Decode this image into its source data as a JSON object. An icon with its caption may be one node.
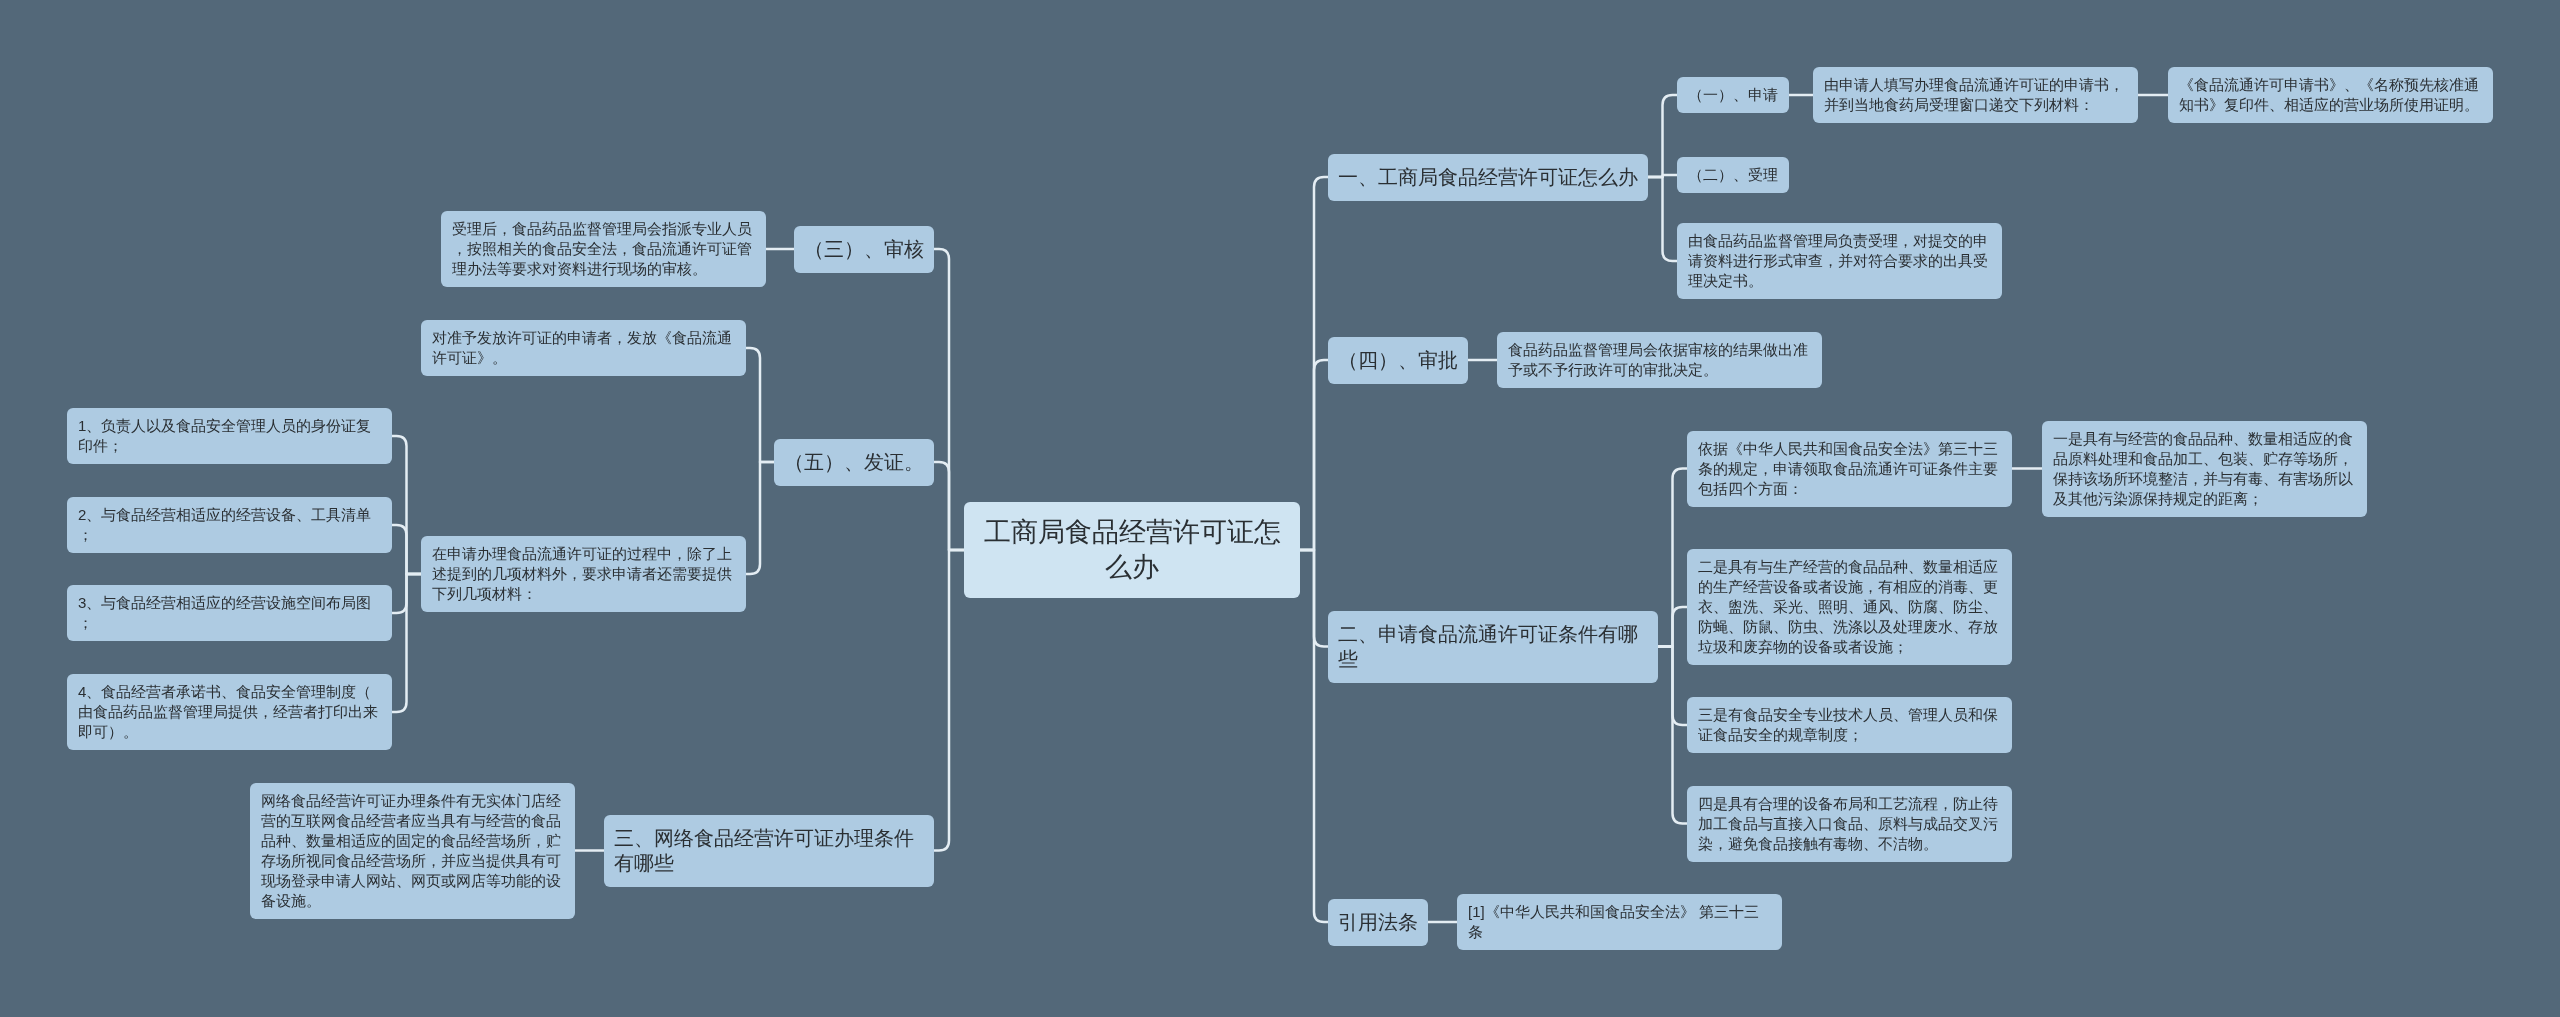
{
  "diagram": {
    "nodes": [
      {
        "text": [
          "工商局食品经营许可证怎么办"
        ]
      },
      {
        "text": [
          "一、工商局食品经营许可证怎么办"
        ]
      },
      {
        "text": [
          "（一）、申请"
        ]
      },
      {
        "text": [
          "由申请人填写办理食品流通许可证的申请书，并到当地食药局受理窗口递交下列材料："
        ]
      },
      {
        "text": [
          "《食品流通许可申请书》、《名称预先核准通知书》复印件、相适应的营业场所使用证明。"
        ]
      },
      {
        "text": [
          "（二）、受理"
        ]
      },
      {
        "text": [
          "由食品药品监督管理局负责受理，对提交的申请资料进行形式审查，并对符合要求的出具受理决定书。"
        ]
      },
      {
        "text": [
          "（四）、审批"
        ]
      },
      {
        "text": [
          "食品药品监督管理局会依据审核的结果做出准予或不予行政许可的审批决定。"
        ]
      },
      {
        "text": [
          "二、申请食品流通许可证条件有哪些"
        ]
      },
      {
        "text": [
          "依据《中华人民共和国食品安全法》第三十三条的规定，申请领取食品流通许可证条件主要包括四个方面："
        ]
      },
      {
        "text": [
          "一是具有与经营的食品品种、数量相适应的食品原料处理和食品加工、包装、贮存等场所，保持该场所环境整洁，并与有毒、有害场所以及其他污染源保持规定的距离；"
        ]
      },
      {
        "text": [
          "二是具有与生产经营的食品品种、数量相适应的生产经营设备或者设施，有相应的消毒、更衣、盥洗、采光、照明、通风、防腐、防尘、防蝇、防鼠、防虫、洗涤以及处理废水、存放垃圾和废弃物的设备或者设施；"
        ]
      },
      {
        "text": [
          "三是有食品安全专业技术人员、管理人员和保证食品安全的规章制度；"
        ]
      },
      {
        "text": [
          "四是具有合理的设备布局和工艺流程，防止待加工食品与直接入口食品、原料与成品交叉污染，避免食品接触有毒物、不洁物。"
        ]
      },
      {
        "text": [
          "引用法条"
        ]
      },
      {
        "text": [
          "[1]《中华人民共和国食品安全法》 第三十三条"
        ]
      },
      {
        "text": [
          "（三）、审核"
        ]
      },
      {
        "text": [
          "受理后，食品药品监督管理局会指派专业人员，按照相关的食品安全法，食品流通许可证管理办法等要求对资料进行现场的审核。"
        ]
      },
      {
        "text": [
          "（五）、发证。"
        ]
      },
      {
        "text": [
          "对准予发放许可证的申请者，发放《食品流通许可证》。"
        ]
      },
      {
        "text": [
          "在申请办理食品流通许可证的过程中，除了上述提到的几项材料外，要求申请者还需要提供下列几项材料："
        ]
      },
      {
        "text": [
          "1、负责人以及食品安全管理人员的身份证复印件；"
        ]
      },
      {
        "text": [
          "2、与食品经营相适应的经营设备、工具清单；"
        ]
      },
      {
        "text": [
          "3、与食品经营相适应的经营设施空间布局图；"
        ]
      },
      {
        "text": [
          "4、食品经营者承诺书、食品安全管理制度（由食品药品监督管理局提供，经营者打印出来即可）。"
        ]
      },
      {
        "text": [
          "三、网络食品经营许可证办理条件有哪些"
        ]
      },
      {
        "text": [
          "网络食品经营许可证办理条件有无实体门店经营的互联网食品经营者应当具有与经营的食品品种、数量相适应的固定的食品经营场所，贮存场所视同食品经营场所，并应当提供具有可现场登录申请人网站、网页或网店等功能的设备设施。"
        ]
      }
    ],
    "edges": [
      {
        "from": 0,
        "to": 1,
        "arrow": "none"
      },
      {
        "from": 1,
        "to": 2,
        "arrow": "none"
      },
      {
        "from": 2,
        "to": 3,
        "arrow": "none"
      },
      {
        "from": 3,
        "to": 4,
        "arrow": "none"
      },
      {
        "from": 1,
        "to": 5,
        "arrow": "none"
      },
      {
        "from": 1,
        "to": 6,
        "arrow": "none"
      },
      {
        "from": 0,
        "to": 7,
        "arrow": "none"
      },
      {
        "from": 7,
        "to": 8,
        "arrow": "none"
      },
      {
        "from": 0,
        "to": 9,
        "arrow": "none"
      },
      {
        "from": 9,
        "to": 10,
        "arrow": "none"
      },
      {
        "from": 10,
        "to": 11,
        "arrow": "none"
      },
      {
        "from": 9,
        "to": 12,
        "arrow": "none"
      },
      {
        "from": 9,
        "to": 13,
        "arrow": "none"
      },
      {
        "from": 9,
        "to": 14,
        "arrow": "none"
      },
      {
        "from": 0,
        "to": 15,
        "arrow": "none"
      },
      {
        "from": 15,
        "to": 16,
        "arrow": "none"
      },
      {
        "from": 0,
        "to": 17,
        "arrow": "none"
      },
      {
        "from": 17,
        "to": 18,
        "arrow": "none"
      },
      {
        "from": 0,
        "to": 19,
        "arrow": "none"
      },
      {
        "from": 19,
        "to": 20,
        "arrow": "none"
      },
      {
        "from": 19,
        "to": 21,
        "arrow": "none"
      },
      {
        "from": 21,
        "to": 22,
        "arrow": "none"
      },
      {
        "from": 21,
        "to": 23,
        "arrow": "none"
      },
      {
        "from": 21,
        "to": 24,
        "arrow": "none"
      },
      {
        "from": 21,
        "to": 25,
        "arrow": "none"
      },
      {
        "from": 0,
        "to": 26,
        "arrow": "none"
      },
      {
        "from": 26,
        "to": 27,
        "arrow": "none"
      }
    ]
  }
}
